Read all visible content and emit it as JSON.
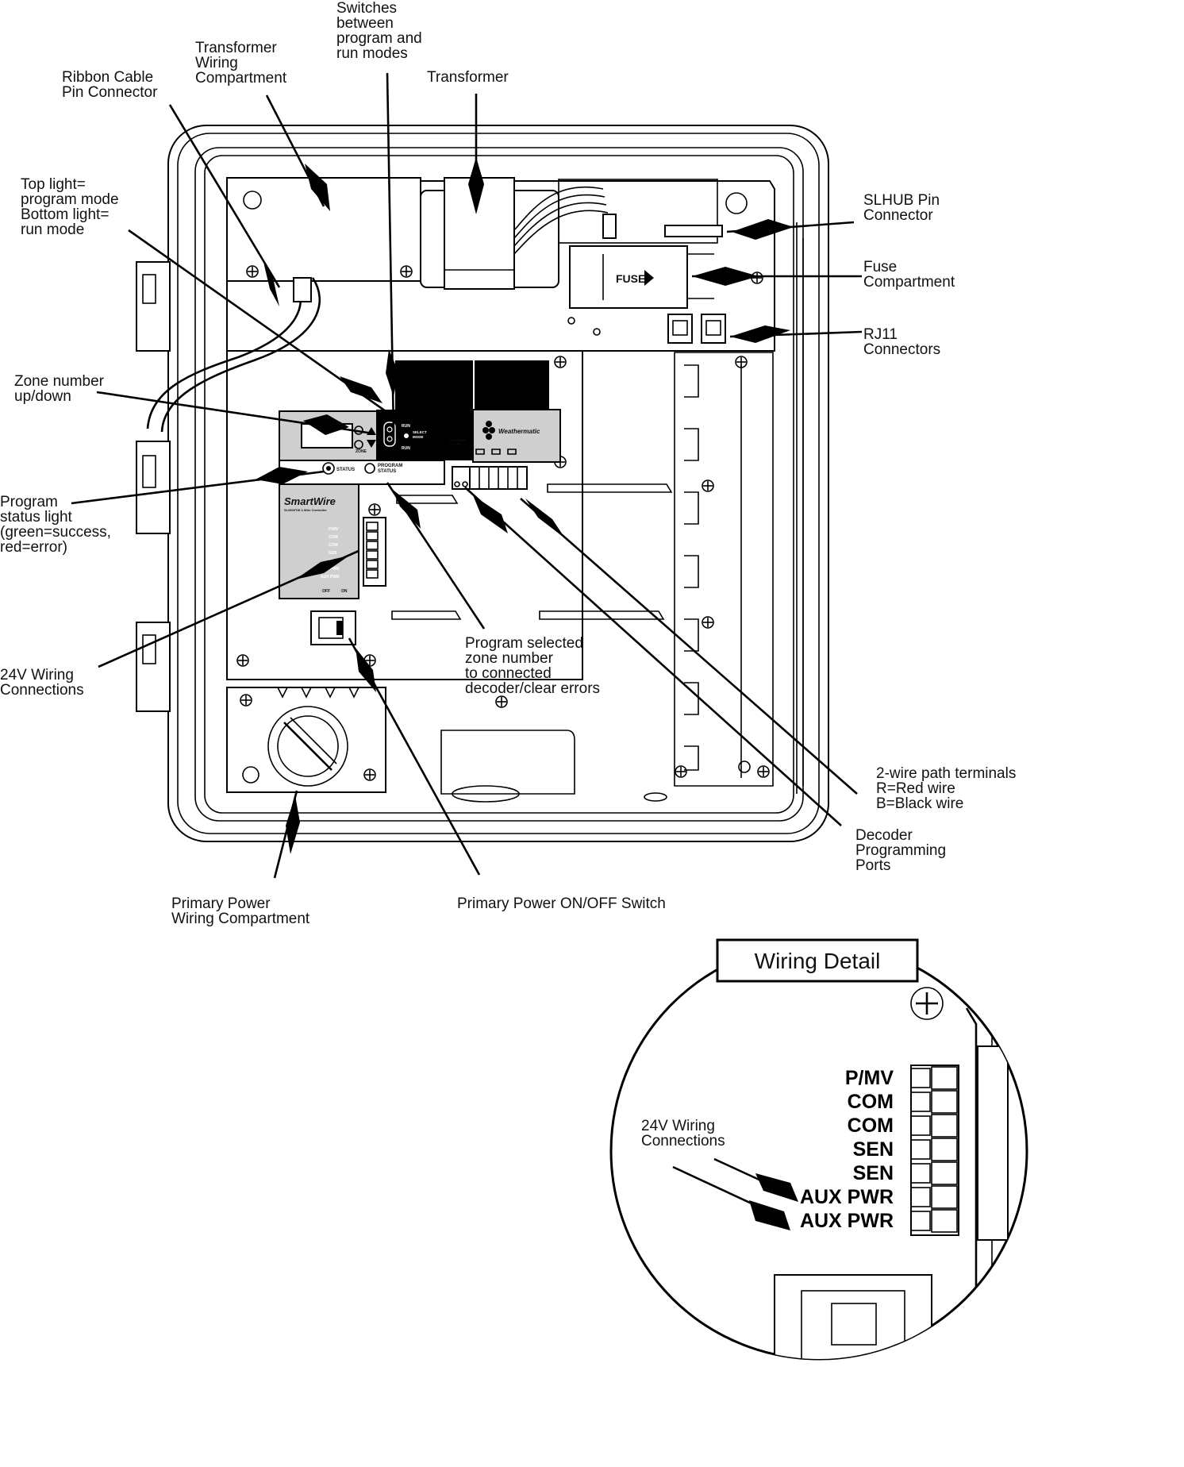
{
  "callouts": {
    "switches_modes": [
      "Switches",
      "between",
      "program and",
      "run modes"
    ],
    "transformer_wiring": [
      "Transformer",
      "Wiring",
      "Compartment"
    ],
    "transformer": [
      "Transformer"
    ],
    "ribbon_cable": [
      "Ribbon Cable",
      "Pin Connector"
    ],
    "top_light": [
      "Top light=",
      "program mode",
      "Bottom light=",
      "run mode"
    ],
    "slhub": [
      "SLHUB Pin",
      "Connector"
    ],
    "fuse_compartment": [
      "Fuse",
      "Compartment"
    ],
    "rj11": [
      "RJ11",
      "Connectors"
    ],
    "zone_number": [
      "Zone number",
      "up/down"
    ],
    "program_status": [
      "Program",
      "status light",
      "(green=success,",
      "red=error)"
    ],
    "wiring_24v": [
      "24V Wiring",
      "Connections"
    ],
    "program_selected": [
      "Program selected",
      "zone number",
      "to connected",
      "decoder/clear errors"
    ],
    "two_wire": [
      "2-wire path terminals",
      "R=Red wire",
      "B=Black wire"
    ],
    "decoder_ports": [
      "Decoder",
      "Programming",
      "Ports"
    ],
    "primary_power_wiring": [
      "Primary Power",
      "Wiring Compartment"
    ],
    "power_switch": [
      "Primary Power ON/OFF Switch"
    ]
  },
  "device": {
    "fuse_label": "FUSE",
    "brand": "Weathermatic",
    "product": "SmartWire",
    "model": "SL9600TW 2-Wire Controller",
    "zone": "ZONE",
    "status": "STATUS",
    "program_status": [
      "PROGRAM",
      "STATUS"
    ],
    "run": "RUN",
    "select_mode": [
      "SELECT",
      "MODE"
    ],
    "program_port": [
      "PROGRAM",
      "PORT"
    ],
    "terminals": [
      "P/MV",
      "COM",
      "COM",
      "SEN",
      "SEN",
      "AUX PWR",
      "AUX PWR"
    ],
    "off": "OFF",
    "on": "ON"
  },
  "detail": {
    "title": "Wiring Detail",
    "callout": [
      "24V Wiring",
      "Connections"
    ],
    "terminals": [
      "P/MV",
      "COM",
      "COM",
      "SEN",
      "SEN",
      "AUX PWR",
      "AUX PWR"
    ]
  }
}
